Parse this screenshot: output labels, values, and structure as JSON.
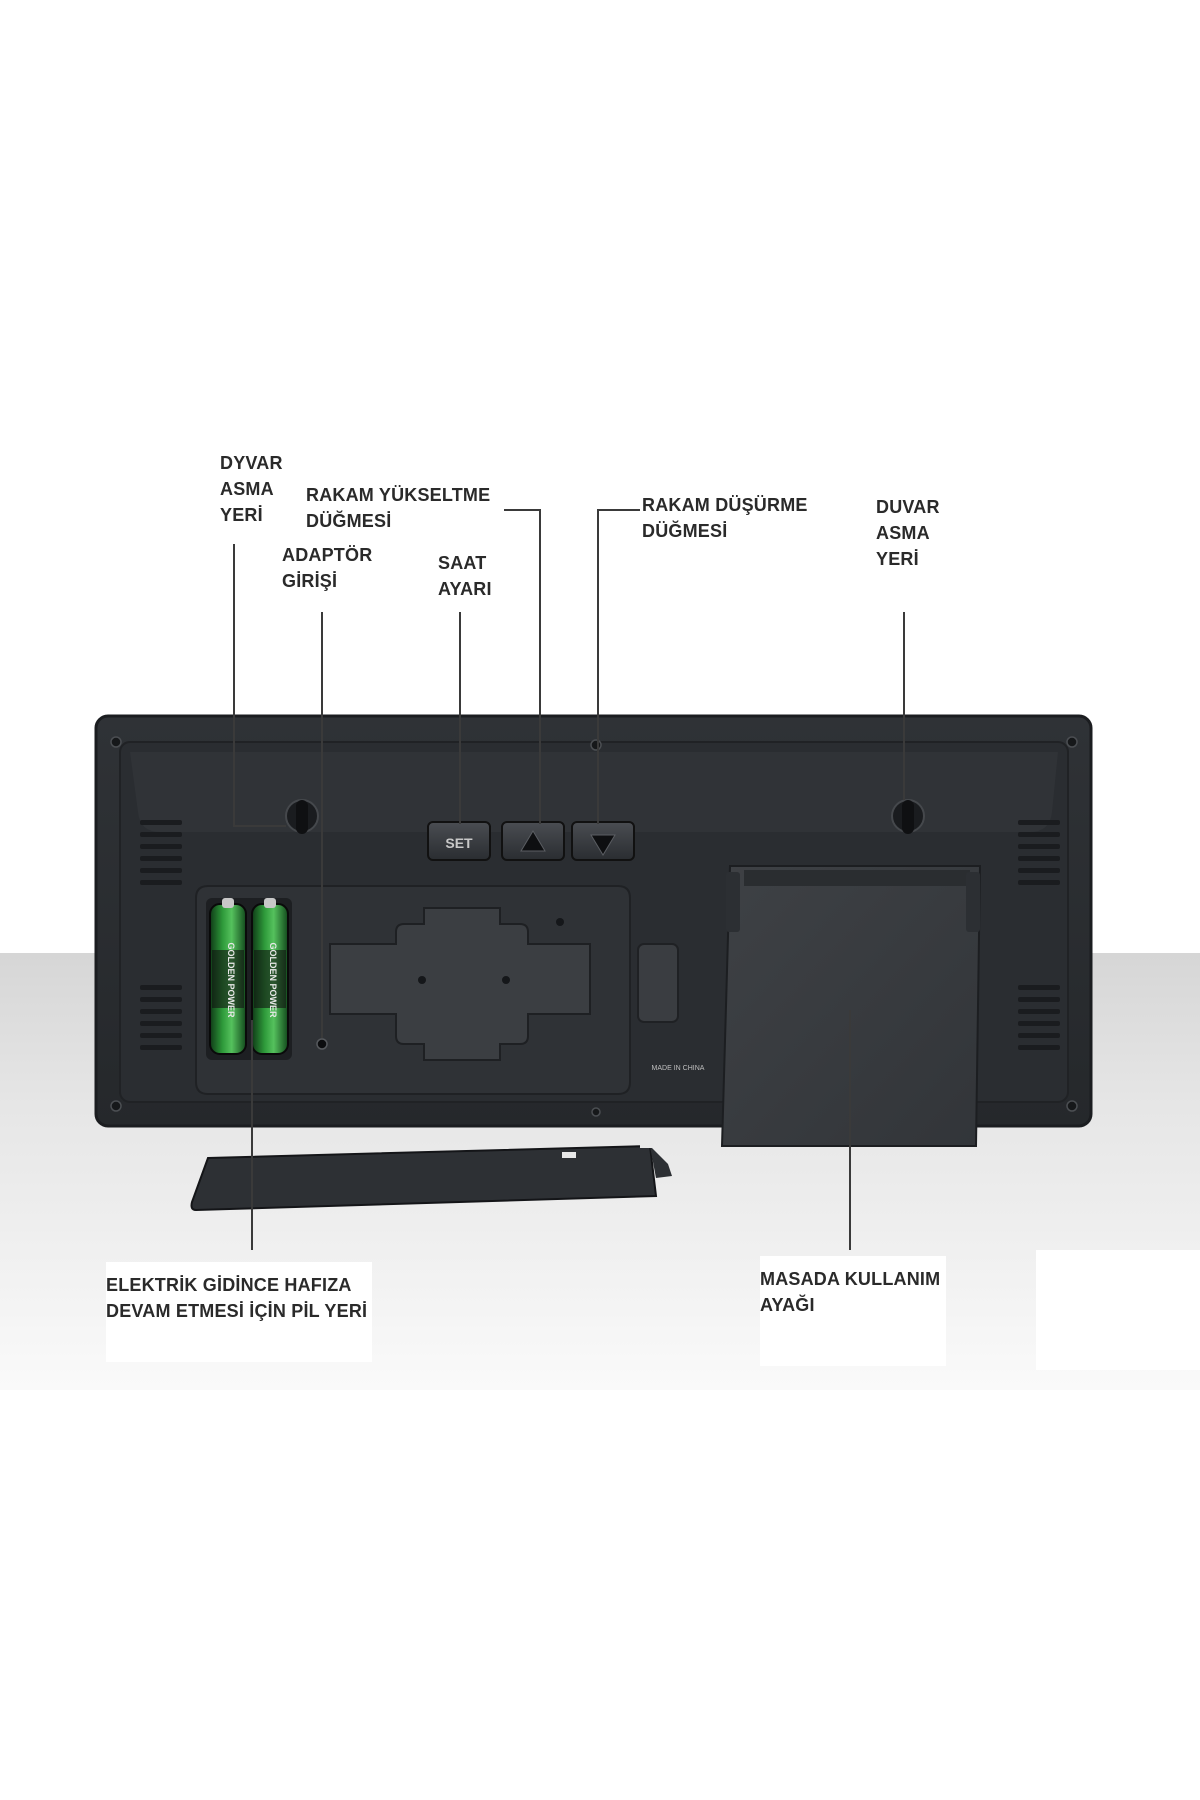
{
  "labels": {
    "wall_hanger_left": [
      "DYVAR",
      "ASMA",
      "YERİ"
    ],
    "adapter_input": [
      "ADAPTÖR",
      "GİRİŞİ"
    ],
    "raise_button": [
      "RAKAM YÜKSELTME",
      "DÜĞMESİ"
    ],
    "time_set": [
      "SAAT",
      "AYARI"
    ],
    "lower_button": [
      "RAKAM DÜŞÜRME",
      "DÜĞMESİ"
    ],
    "wall_hanger_right": [
      "DUVAR",
      "ASMA",
      "YERİ"
    ],
    "battery_slot": [
      "ELEKTRİK GİDİNCE HAFIZA",
      "DEVAM ETMESİ İÇİN PİL YERİ"
    ],
    "desk_stand": [
      "MASADA KULLANIM",
      "AYAĞI"
    ]
  },
  "device": {
    "set_button_label": "SET",
    "up_button_symbol": "▲",
    "down_button_symbol": "▼",
    "made_in_label": "MADE IN CHINA",
    "battery_brand_label": "GOLDEN POWER"
  },
  "colors": {
    "device_body": "#2c2f33",
    "device_inner": "#34373b",
    "leader_line": "#3a3a3a",
    "battery_green": "#2e9a3a"
  }
}
